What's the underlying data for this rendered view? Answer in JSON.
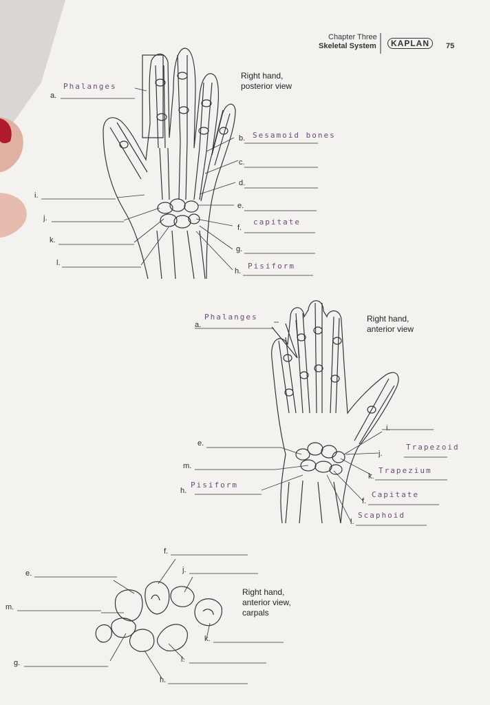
{
  "header": {
    "chapter": "Chapter Three",
    "section": "Skeletal System",
    "brand": "KAPLAN",
    "page_number": "75"
  },
  "figure1": {
    "title_line1": "Right hand,",
    "title_line2": "posterior view",
    "labels": {
      "a": "a.",
      "b": "b.",
      "c": "c.",
      "d": "d.",
      "e": "e.",
      "f": "f.",
      "g": "g.",
      "h": "h.",
      "i": "i.",
      "j": "j.",
      "k": "k.",
      "l": "l."
    },
    "answers": {
      "a": "Phalanges",
      "b": "Sesamoid bones",
      "f": "capitate",
      "h": "Pisiform"
    }
  },
  "figure2": {
    "title_line1": "Right hand,",
    "title_line2": "anterior view",
    "labels": {
      "a": "a.",
      "e": "e.",
      "m": "m.",
      "h": "h.",
      "i": "i.",
      "j": "j.",
      "k": "k.",
      "f": "f.",
      "l": "l."
    },
    "answers": {
      "a": "Phalanges",
      "h": "Pisiform",
      "j": "Trapezoid",
      "k": "Trapezium",
      "f": "Capitate",
      "l": "Scaphoid"
    }
  },
  "figure3": {
    "title_line1": "Right hand,",
    "title_line2": "anterior view,",
    "title_line3": "carpals",
    "labels": {
      "f": "f.",
      "e": "e.",
      "j": "j.",
      "m": "m.",
      "k": "k.",
      "g": "g.",
      "l": "l.",
      "h": "h."
    }
  },
  "colors": {
    "paper": "#f3f2ee",
    "ink": "#2a2a2a",
    "handwriting": "#6a4a7a",
    "background": "#d9d6d3",
    "finger": "#e0b0a2",
    "nail": "#b01a2c"
  }
}
